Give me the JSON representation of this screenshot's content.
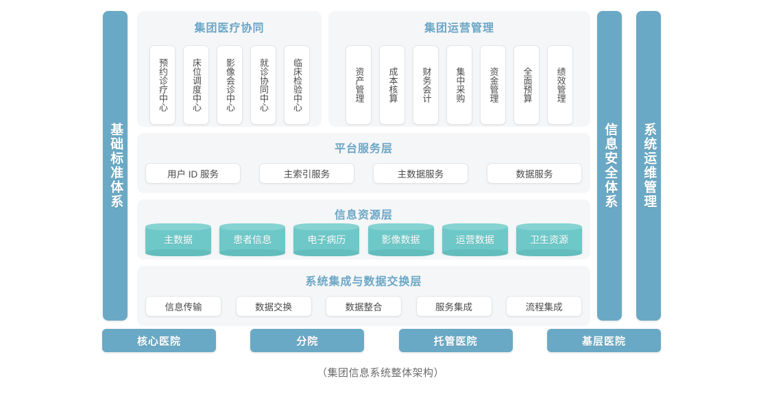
{
  "pillars": {
    "left": {
      "label": "基础标准体系"
    },
    "security": {
      "label": "信息安全体系"
    },
    "operations": {
      "label": "系统运维管理"
    }
  },
  "panels": {
    "clinical": {
      "title": "集团医疗协同",
      "cards": [
        "预约诊疗中心",
        "床位调度中心",
        "影像会诊中心",
        "就诊协同中心",
        "临床检验中心"
      ]
    },
    "group_operations": {
      "title": "集团运营管理",
      "cards": [
        "资产管理",
        "成本核算",
        "财务会计",
        "集中采购",
        "资金管理",
        "全面预算",
        "绩效管理"
      ]
    },
    "platform_service": {
      "title": "平台服务层",
      "cards": [
        "用户 ID 服务",
        "主索引服务",
        "主数据服务",
        "数据服务"
      ]
    },
    "information_resource": {
      "title": "信息资源层",
      "cards": [
        "主数据",
        "患者信息",
        "电子病历",
        "影像数据",
        "运营数据",
        "卫生资源"
      ]
    },
    "integration": {
      "title": "系统集成与数据交换层",
      "cards": [
        "信息传输",
        "数据交换",
        "数据整合",
        "服务集成",
        "流程集成"
      ]
    }
  },
  "hospitals": [
    "核心医院",
    "分院",
    "托管医院",
    "基层医院"
  ],
  "caption": "（集团信息系统整体架构）",
  "colors": {
    "pillar_blue": "#6aa9c5",
    "panel_bg": "#f5f6f7",
    "title_blue": "#6aa6c6",
    "cylinder_teal": "#6ec8c8",
    "cylinder_top": "#86d3d1",
    "card_white": "#ffffff",
    "card_border": "#e4e6e8",
    "caption_gray": "#6b6b6b"
  }
}
